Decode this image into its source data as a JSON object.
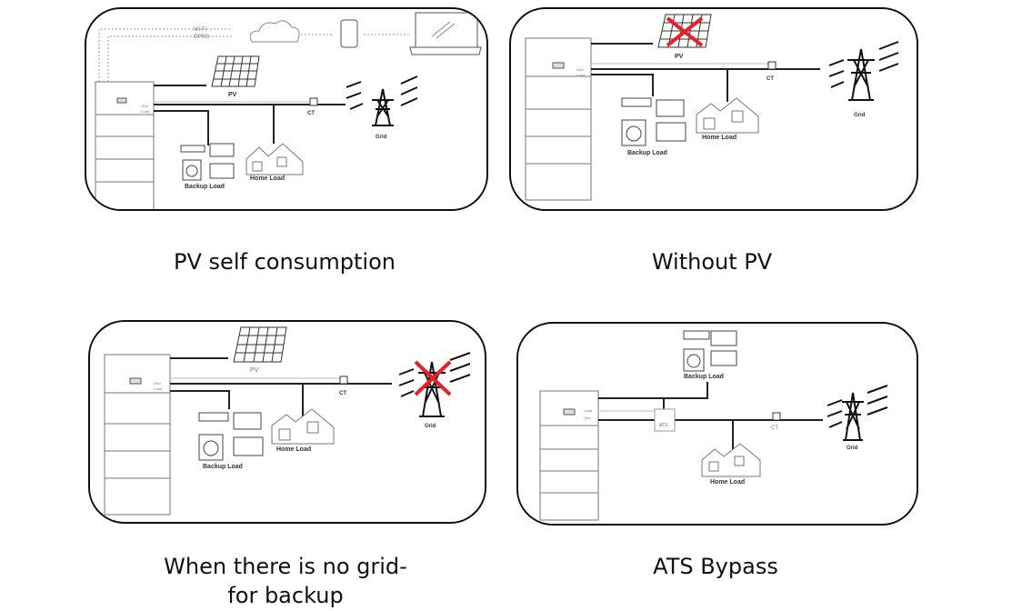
{
  "diagrams": [
    {
      "caption": "PV self consumption",
      "labels": {
        "pv": "PV",
        "ct": "CT",
        "grid": "Grid",
        "backup": "Backup Load",
        "home": "Home Load",
        "port_grid": "Grid",
        "port_load": "Load",
        "wifi": "Wi-Fi",
        "gprs": "GPRS"
      },
      "crossed": []
    },
    {
      "caption": "Without PV",
      "labels": {
        "pv": "PV",
        "ct": "CT",
        "grid": "Grid",
        "backup": "Backup Load",
        "home": "Home Load",
        "port_grid": "Grid",
        "port_load": "Load"
      },
      "crossed": [
        "pv"
      ]
    },
    {
      "caption": "When there is no grid- for backup",
      "caption_lines": [
        "When there is no grid-",
        "for backup"
      ],
      "labels": {
        "pv": "PV",
        "ct": "CT",
        "grid": "Grid",
        "backup": "Backup Load",
        "home": "Home Load",
        "port_grid": "Grid",
        "port_load": "Load"
      },
      "crossed": [
        "grid"
      ]
    },
    {
      "caption": "ATS Bypass",
      "labels": {
        "ct": "CT",
        "grid": "Grid",
        "backup": "Backup Load",
        "home": "Home Load",
        "port_load": "Load",
        "port_grid": "Grid",
        "ats": "ATS"
      },
      "crossed": []
    }
  ],
  "colors": {
    "cross": "#e8202a",
    "line": "#222222",
    "outline": "#111111"
  }
}
